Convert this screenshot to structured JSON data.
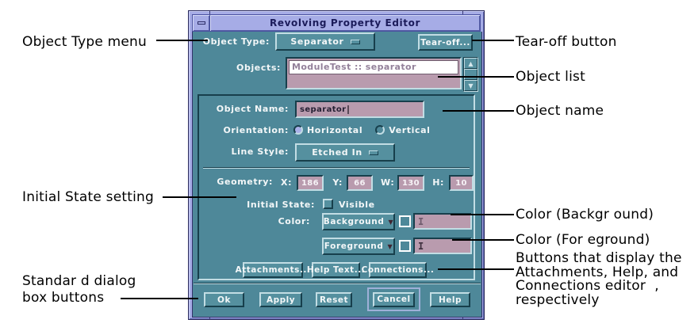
{
  "callouts": {
    "left": [
      {
        "lines": [
          "Object Type menu"
        ]
      },
      {
        "lines": [
          "Initial State setting"
        ]
      },
      {
        "lines": [
          "Standar d dialog",
          "box buttons"
        ]
      }
    ],
    "right": [
      {
        "lines": [
          "Tear-off button"
        ]
      },
      {
        "lines": [
          "Object list"
        ]
      },
      {
        "lines": [
          "Object name"
        ]
      },
      {
        "lines": [
          "Color (Backgr ound)"
        ]
      },
      {
        "lines": [
          "Color (For eground)"
        ]
      },
      {
        "lines": [
          "Buttons that display the",
          "Attachments, Help, and",
          "Connections editor  ,",
          "respectively"
        ]
      }
    ]
  },
  "dialog": {
    "title": "Revolving Property Editor",
    "object_type": {
      "label": "Object Type:",
      "value": "Separator"
    },
    "tear_off_label": "Tear-off...",
    "objects": {
      "label": "Objects:",
      "items": [
        "ModuleTest :: separator"
      ]
    },
    "object_name": {
      "label": "Object Name:",
      "value": "separator"
    },
    "orientation": {
      "label": "Orientation:",
      "options": [
        {
          "label": "Horizontal",
          "selected": true
        },
        {
          "label": "Vertical",
          "selected": false
        }
      ]
    },
    "line_style": {
      "label": "Line Style:",
      "value": "Etched In"
    },
    "geometry": {
      "label": "Geometry:",
      "fields": [
        {
          "label": "X:",
          "value": "186"
        },
        {
          "label": "Y:",
          "value": "66"
        },
        {
          "label": "W:",
          "value": "130"
        },
        {
          "label": "H:",
          "value": "10"
        }
      ]
    },
    "initial_state": {
      "label": "Initial State:",
      "option": "Visible",
      "checked": false
    },
    "color": {
      "label": "Color:",
      "menus": [
        {
          "label": "Background"
        },
        {
          "label": "Foreground"
        }
      ]
    },
    "editor_buttons": [
      "Attachments...",
      "Help Text...",
      "Connections..."
    ],
    "action_buttons": [
      "Ok",
      "Apply",
      "Reset",
      "Cancel",
      "Help"
    ],
    "default_button": "Cancel"
  },
  "icons": {
    "dropdown_arrow": "▼",
    "scroll_up": "▲",
    "scroll_down": "▼",
    "text_cursor": "I"
  },
  "colors": {
    "frame_periwinkle": "#a6ace6",
    "dialog_teal": "#4e8899",
    "field_pink": "#b99bae",
    "bevel_light": "#c2dde4",
    "bevel_dark": "#173f4c",
    "title_text": "#1b1b5a",
    "selection_white": "#ffffff",
    "selected_radio_fill": "#a9b0e8"
  }
}
